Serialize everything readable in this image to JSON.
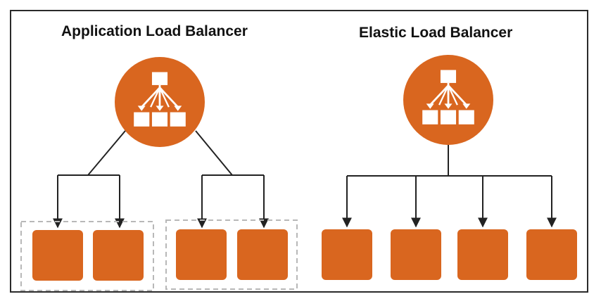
{
  "titles": {
    "left": "Application Load Balancer",
    "right": "Elastic Load Balancer"
  },
  "colors": {
    "accent": "#D9661F",
    "line": "#222222",
    "dashed_group": "#b8b8b8",
    "frame": "#2a2a2a"
  },
  "diagram": {
    "left": {
      "balancer_icon": "load-balancer-icon",
      "groups": [
        {
          "targets": 2
        },
        {
          "targets": 2
        }
      ]
    },
    "right": {
      "balancer_icon": "load-balancer-icon",
      "targets": 4
    }
  }
}
